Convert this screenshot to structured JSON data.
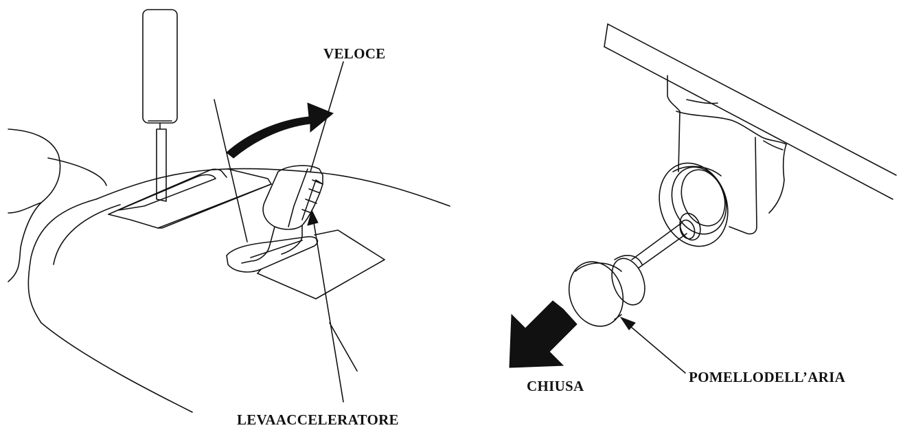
{
  "labels": {
    "throttle_fast": "VELOCE",
    "throttle_lever": "LEVAACCELERATORE",
    "choke_closed": "CHIUSA",
    "choke_knob": "POMELLODELL’ARIA"
  },
  "colors": {
    "ink": "#111111",
    "background": "#ffffff"
  }
}
